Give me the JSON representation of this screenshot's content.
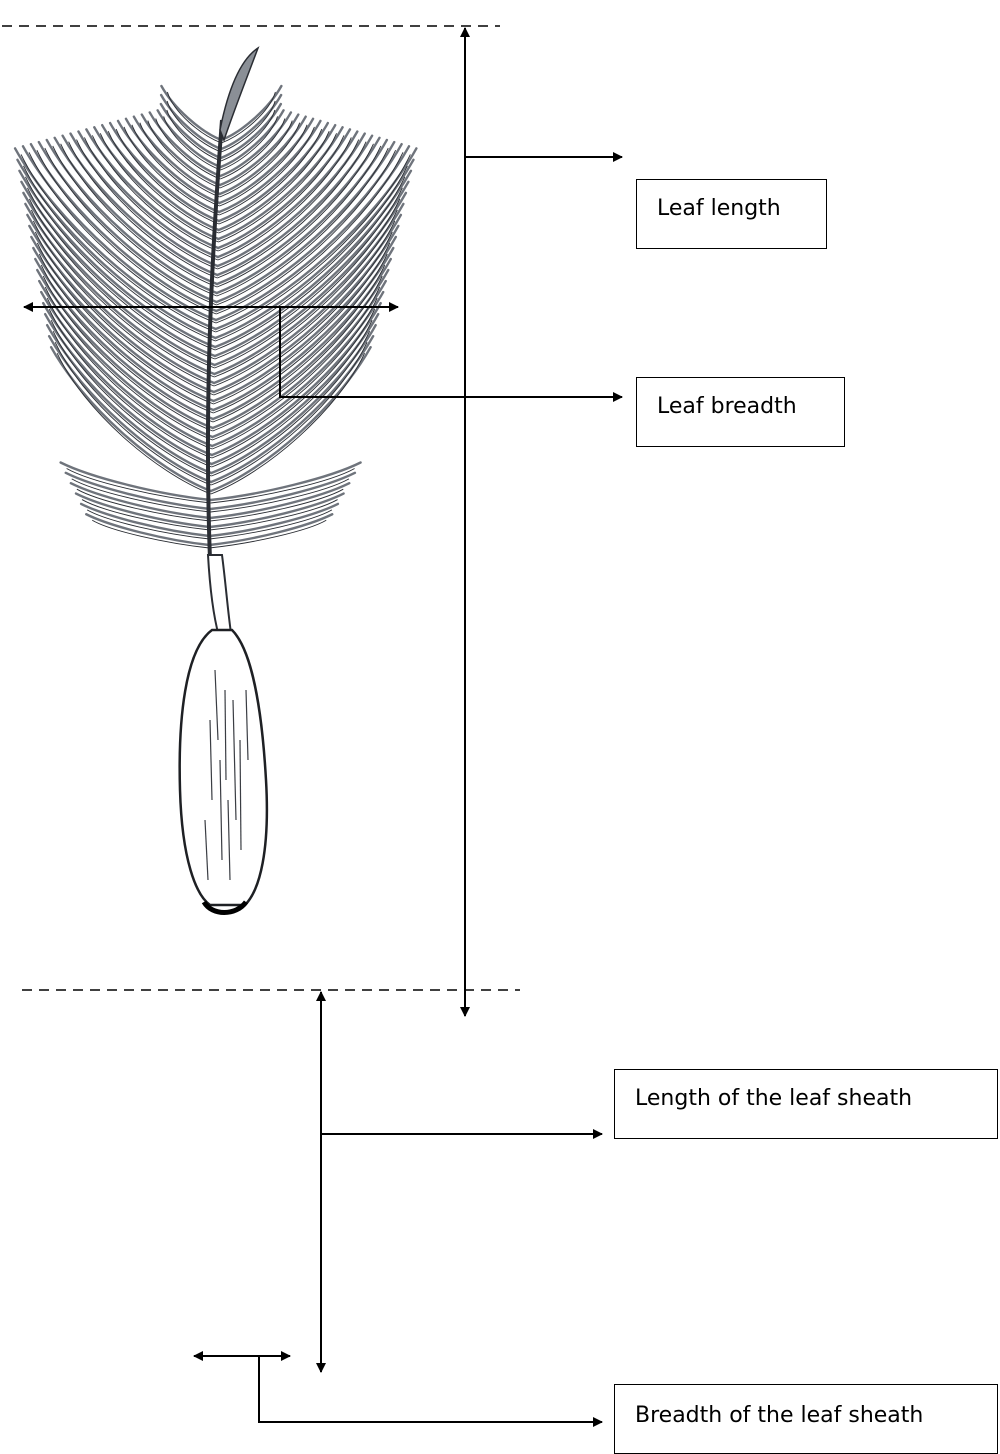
{
  "labels": {
    "leaf_length": "Leaf length",
    "leaf_breadth": "Leaf breadth",
    "sheath_length": "Length of the leaf sheath",
    "sheath_breadth": "Breadth of the leaf sheath"
  },
  "colors": {
    "line": "#000000",
    "leaf_shade": "#6f747c",
    "leaf_dark": "#2a2d33",
    "background": "#ffffff"
  }
}
